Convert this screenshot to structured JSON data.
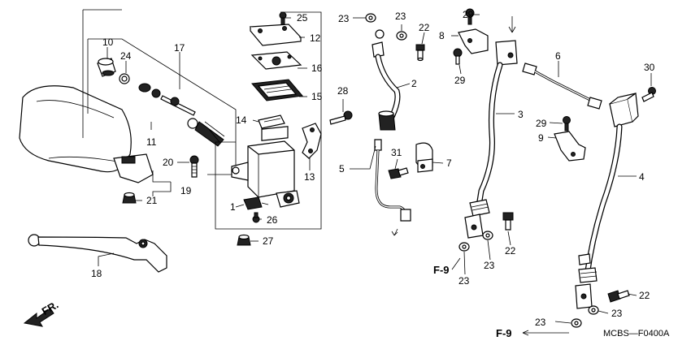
{
  "labels": {
    "l1": "1",
    "l2": "2",
    "l3": "3",
    "l4": "4",
    "l5": "5",
    "l6": "6",
    "l7": "7",
    "l8": "8",
    "l9": "9",
    "l10": "10",
    "l11": "11",
    "l12": "12",
    "l13": "13",
    "l14": "14",
    "l15": "15",
    "l16": "16",
    "l17": "17",
    "l18": "18",
    "l19": "19",
    "l20": "20",
    "l21": "21",
    "l22": "22",
    "l22b": "22",
    "l22c": "22",
    "l23a": "23",
    "l23b": "23",
    "l23c": "23",
    "l23d": "23",
    "l23e": "23",
    "l23f": "23",
    "l24": "24",
    "l25": "25",
    "l26": "26",
    "l27": "27",
    "l28": "28",
    "l29a": "29",
    "l29b": "29",
    "l29c": "29",
    "l30": "30",
    "l31": "31"
  },
  "refs": {
    "f9a": "F-9",
    "f9b": "F-9",
    "fr": "FR."
  },
  "code": "MCBS—F0400A"
}
